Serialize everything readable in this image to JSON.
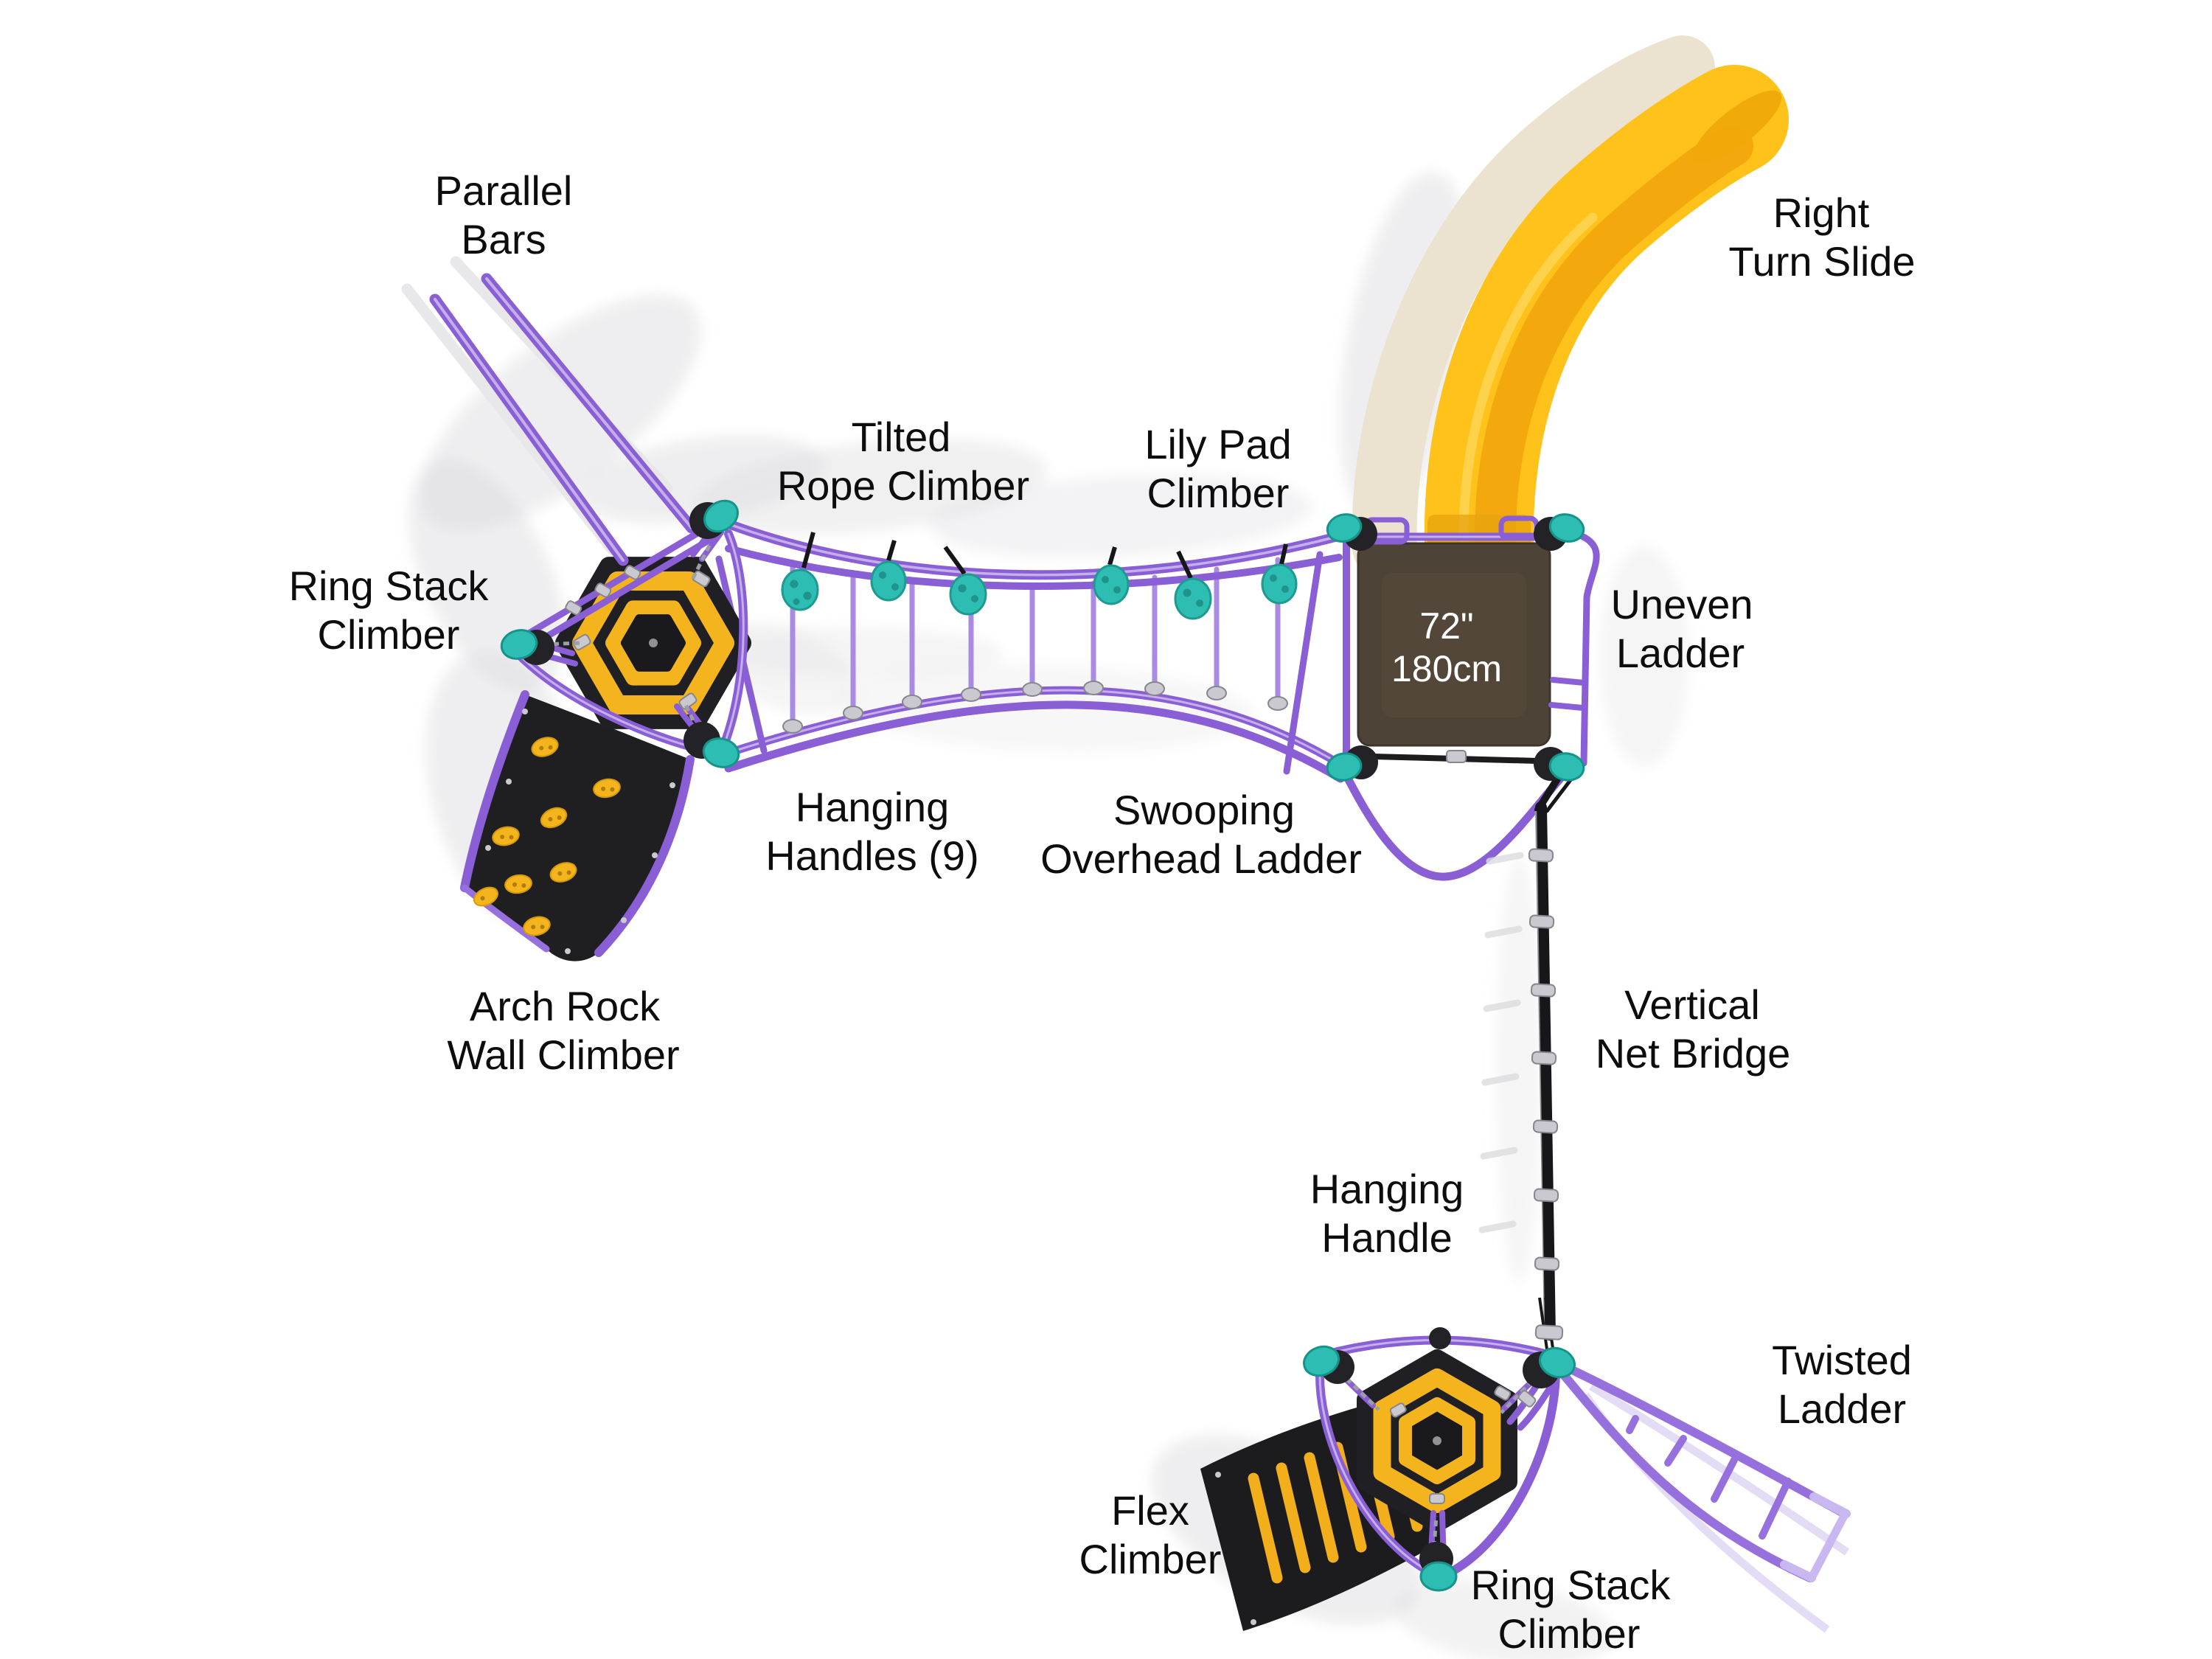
{
  "deck": {
    "size_in": "72\"",
    "size_cm": "180cm"
  },
  "labels": {
    "parallel_bars": {
      "line1": "Parallel",
      "line2": "Bars"
    },
    "tilted_rope_climber": {
      "line1": "Tilted",
      "line2": "Rope Climber"
    },
    "lily_pad_climber": {
      "line1": "Lily Pad",
      "line2": "Climber"
    },
    "right_turn_slide": {
      "line1": "Right",
      "line2": "Turn Slide"
    },
    "ring_stack_climber_upper": {
      "line1": "Ring Stack",
      "line2": "Climber"
    },
    "uneven_ladder": {
      "line1": "Uneven",
      "line2": "Ladder"
    },
    "hanging_handles": {
      "line1": "Hanging",
      "line2": "Handles (9)"
    },
    "swooping_overhead_ladder": {
      "line1": "Swooping",
      "line2": "Overhead Ladder"
    },
    "arch_rock_wall_climber": {
      "line1": "Arch Rock",
      "line2": "Wall Climber"
    },
    "vertical_net_bridge": {
      "line1": "Vertical",
      "line2": "Net Bridge"
    },
    "hanging_handle": {
      "line1": "Hanging",
      "line2": "Handle"
    },
    "twisted_ladder": {
      "line1": "Twisted",
      "line2": "Ladder"
    },
    "flex_climber": {
      "line1": "Flex",
      "line2": "Climber"
    },
    "ring_stack_climber_lower": {
      "line1": "Ring Stack",
      "line2": "Climber"
    }
  },
  "colors": {
    "tube_purple": "#8A5FD6",
    "tube_purple_light": "#A98BE4",
    "teal": "#2EBDB2",
    "component_yellow": "#F4B41E",
    "slide_yellow": "#FFC21A",
    "slide_wall_cream": "#EBE3D0",
    "deck_brown": "#4E4337",
    "panel_black": "#1F1F22",
    "net_black": "#17171A",
    "silver": "#C9C9CF",
    "label_text": "#0D0D0D",
    "deck_text": "#FFFFFF"
  }
}
